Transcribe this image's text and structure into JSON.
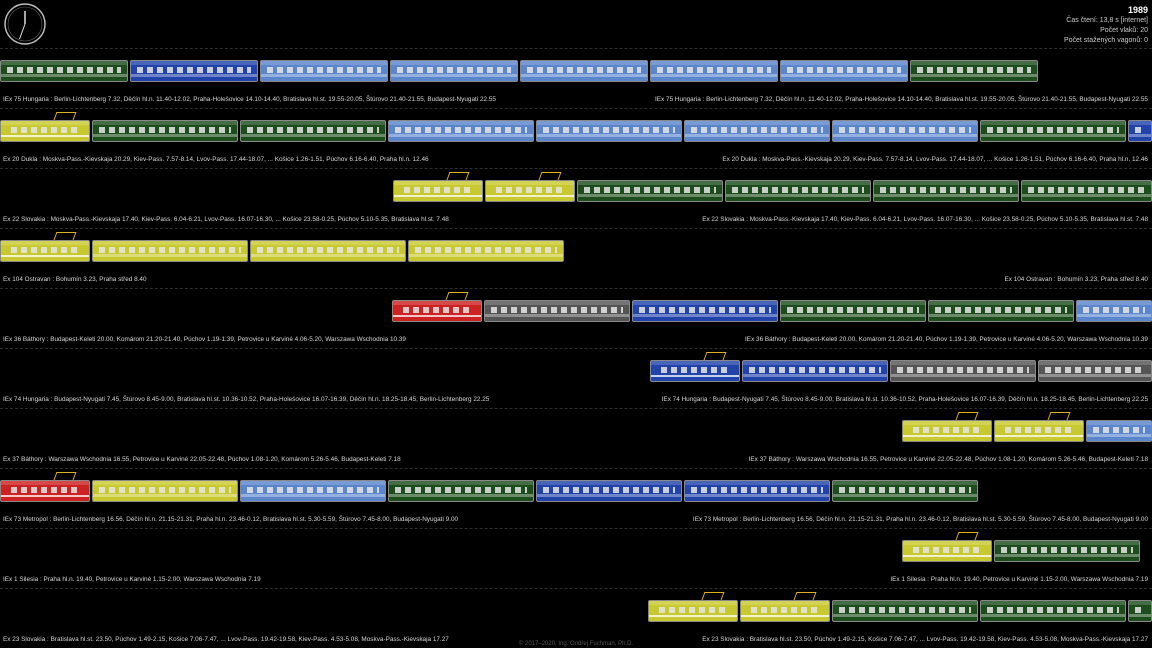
{
  "header": {
    "year": "1989",
    "reading_time": "Čas čtení: 13,8 s [internet]",
    "train_count": "Počet vlaků: 20",
    "downloaded_cars": "Počet stažených vagonů: 0"
  },
  "clock": {
    "icon": "wall-clock-icon",
    "hour_hand_deg": 0,
    "minute_hand_deg": 200
  },
  "colors": {
    "green": "#1d4d1d",
    "blue": "#2244aa",
    "lightblue": "#5b86cc",
    "yellowgreen": "#c8c830",
    "red": "#cc2222",
    "grey": "#555555"
  },
  "trains": [
    {
      "label_left": "IEx 75   Hungaria  : Berlin-Lichtenberg 7.32, Děčín hl.n. 11.40-12.02, Praha-Holešovice 14.10-14.40, Bratislava hl.st. 19.55-20.05, Štúrovo 21.40-21.55, Budapest-Nyugati 22.55",
      "label_right": "IEx 75   Hungaria  : Berlin-Lichtenberg 7.32, Děčín hl.n. 11.40-12.02, Praha-Holešovice 14.10-14.40, Bratislava hl.st. 19.55-20.05, Štúrovo 21.40-21.55, Budapest-Nyugati 22.55",
      "cars": [
        "green",
        "blue",
        "lightblue",
        "lightblue",
        "lightblue",
        "lightblue",
        "lightblue",
        "green"
      ],
      "locos": []
    },
    {
      "label_left": "Ex 20   Dukla  : Moskva-Pass.-Kievskaja 20.29, Kiev-Pass. 7.57-8.14, Lvov-Pass. 17.44-18.07, ... Košice 1.26-1.51, Púchov 6.16-6.40, Praha hl.n. 12.46",
      "label_right": "Ex 20   Dukla  : Moskva-Pass.-Kievskaja 20.29, Kiev-Pass. 7.57-8.14, Lvov-Pass. 17.44-18.07, ... Košice 1.26-1.51, Púchov 6.16-6.40, Praha hl.n. 12.46",
      "cars": [
        "green",
        "green",
        "lightblue",
        "lightblue",
        "lightblue",
        "lightblue",
        "green",
        "blue"
      ],
      "locos": [
        "yellowgreen"
      ]
    },
    {
      "label_left": "Ex 22   Slovakia  : Moskva-Pass.-Kievskaja 17.40, Kiev-Pass. 6.04-6.21, Lvov-Pass. 16.07-16.30, ... Košice 23.58-0.25, Púchov 5.10-5.35, Bratislava hl.st. 7.48",
      "label_right": "Ex 22   Slovakia  : Moskva-Pass.-Kievskaja 17.40, Kiev-Pass. 6.04-6.21, Lvov-Pass. 16.07-16.30, ... Košice 23.58-0.25, Púchov 5.10-5.35, Bratislava hl.st. 7.48",
      "cars": [
        "green",
        "green",
        "green",
        "green"
      ],
      "locos": [
        "yellowgreen",
        "yellowgreen"
      ]
    },
    {
      "label_left": "Ex 104   Ostravan  : Bohumín 3.23, Praha střed 8.40",
      "label_right": "Ex 104   Ostravan  : Bohumín 3.23, Praha střed 8.40",
      "cars": [
        "yellowgreen",
        "yellowgreen",
        "yellowgreen"
      ],
      "locos": [
        "yellowgreen"
      ]
    },
    {
      "label_left": "IEx 36   Báthory  : Budapest-Keleti 20.00, Komárom 21.20-21.40, Púchov 1.19-1.39, Petrovice u Karviné 4.06-5.20, Warszawa Wschodnia 10.39",
      "label_right": "IEx 36   Báthory  : Budapest-Keleti 20.00, Komárom 21.20-21.40, Púchov 1.19-1.39, Petrovice u Karviné 4.06-5.20, Warszawa Wschodnia 10.39",
      "cars": [
        "grey",
        "blue",
        "green",
        "green",
        "lightblue"
      ],
      "locos": [
        "red"
      ]
    },
    {
      "label_left": "IEx 74   Hungaria  : Budapest-Nyugati 7.45, Štúrovo 8.45-9.00, Bratislava hl.st. 10.36-10.52, Praha-Holešovice 16.07-16.39, Děčín hl.n. 18.25-18.45, Berlin-Lichtenberg 22.25",
      "label_right": "IEx 74   Hungaria  : Budapest-Nyugati 7.45, Štúrovo 8.45-9.00, Bratislava hl.st. 10.36-10.52, Praha-Holešovice 16.07-16.39, Děčín hl.n. 18.25-18.45, Berlin-Lichtenberg 22.25",
      "cars": [
        "blue",
        "grey",
        "grey"
      ],
      "locos": [
        "blue"
      ]
    },
    {
      "label_left": "Ex 37   Báthory  : Warszawa Wschodnia 16.55, Petrovice u Karviné 22.05-22.48, Púchov 1.08-1.20, Komárom 5.26-5.46, Budapest-Keleti 7.18",
      "label_right": "IEx 37   Báthory  : Warszawa Wschodnia 16.55, Petrovice u Karviné 22.05-22.48, Púchov 1.08-1.20, Komárom 5.26-5.46, Budapest-Keleti 7.18",
      "cars": [
        "lightblue"
      ],
      "locos": [
        "yellowgreen",
        "yellowgreen"
      ]
    },
    {
      "label_left": "IEx 73   Metropol  : Berlin-Lichtenberg 16.56, Děčín hl.n. 21.15-21.31, Praha hl.n. 23.46-0.12, Bratislava hl.st. 5.30-5.59, Štúrovo 7.45-8.00, Budapest-Nyugati 9.00",
      "label_right": "IEx 73   Metropol  : Berlin-Lichtenberg 16.56, Děčín hl.n. 21.15-21.31, Praha hl.n. 23.46-0.12, Bratislava hl.st. 5.30-5.59, Štúrovo 7.45-8.00, Budapest-Nyugati 9.00",
      "cars": [
        "yellowgreen",
        "lightblue",
        "green",
        "blue",
        "blue",
        "green"
      ],
      "locos": [
        "red"
      ]
    },
    {
      "label_left": "IEx 1   Silesia  : Praha hl.n. 19.40, Petrovice u Karviné 1.15-2.00, Warszawa Wschodnia 7.19",
      "label_right": "IEx 1   Silesia  : Praha hl.n. 19.40, Petrovice u Karviné 1.15-2.00, Warszawa Wschodnia 7.19",
      "cars": [
        "green"
      ],
      "locos": [
        "yellowgreen"
      ]
    },
    {
      "label_left": "Ex 23   Slovakia  : Bratislava hl.st. 23.50, Púchov 1.49-2.15, Košice 7.06-7.47, ... Lvov-Pass. 19.42-19.58, Kiev-Pass. 4.53-5.08, Moskva-Pass.-Kievskaja 17.27",
      "label_right": "Ex 23   Slovakia  : Bratislava hl.st. 23.50, Púchov 1.49-2.15, Košice 7.06-7.47, ... Lvov-Pass. 19.42-19.58, Kiev-Pass. 4.53-5.08, Moskva-Pass.-Kievskaja 17.27",
      "cars": [
        "green",
        "green",
        "green"
      ],
      "locos": [
        "yellowgreen",
        "yellowgreen"
      ]
    }
  ],
  "footer": {
    "copyright": "© 2017–2020, Ing. Ondřej Fuchman, Ph.D."
  }
}
